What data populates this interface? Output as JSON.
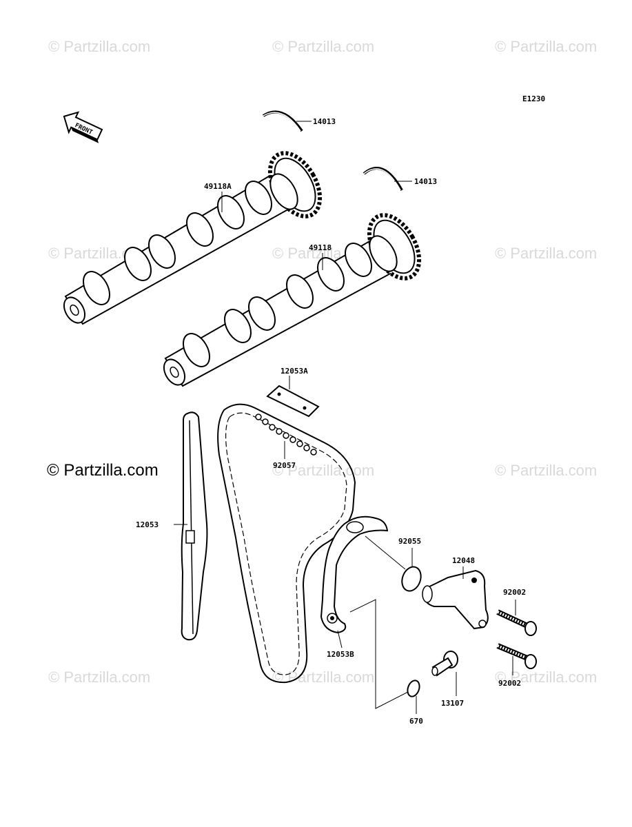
{
  "diagram_code": "E1230",
  "front_label": "FRONT",
  "watermark_text": "© Partzilla.com",
  "main_watermark": "© Partzilla.com",
  "parts": {
    "ring_upper": "14013",
    "ring_lower": "14013",
    "camshaft_a": "49118A",
    "camshaft": "49118",
    "guide_top": "12053A",
    "chain": "92057",
    "guide_left": "12053",
    "oring_tensioner": "92055",
    "tensioner": "12048",
    "bolt_upper": "92002",
    "bolt_lower": "92002",
    "guide_right": "12053B",
    "pin": "13107",
    "oring_small": "670"
  }
}
